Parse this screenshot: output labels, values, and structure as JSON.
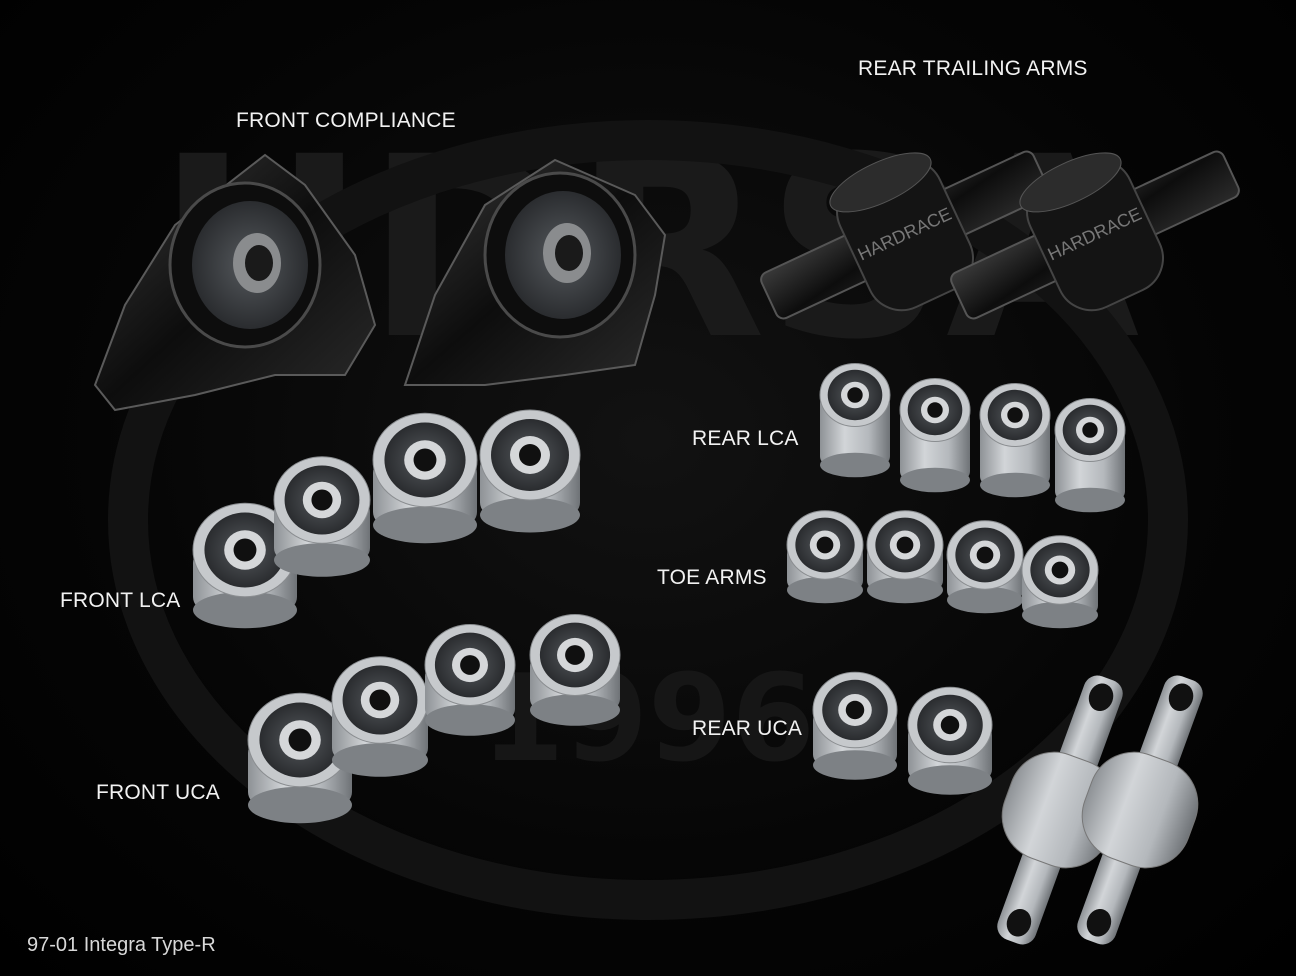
{
  "watermark": {
    "brand": "HDRSA",
    "year": "1996",
    "color": "#1c1c1c"
  },
  "labels": {
    "front_compliance": "FRONT COMPLIANCE",
    "rear_trailing_arms": "REAR TRAILING ARMS",
    "rear_lca": "REAR LCA",
    "toe_arms": "TOE ARMS",
    "front_lca": "FRONT LCA",
    "rear_uca": "REAR UCA",
    "front_uca": "FRONT UCA"
  },
  "caption": "97-01 Integra Type-R",
  "colors": {
    "background": "#000000",
    "label": "#f2f2f2",
    "bushing_shell": "#bfc2c6",
    "rubber": "#3a3d41",
    "bracket": "#1a1a1a"
  }
}
